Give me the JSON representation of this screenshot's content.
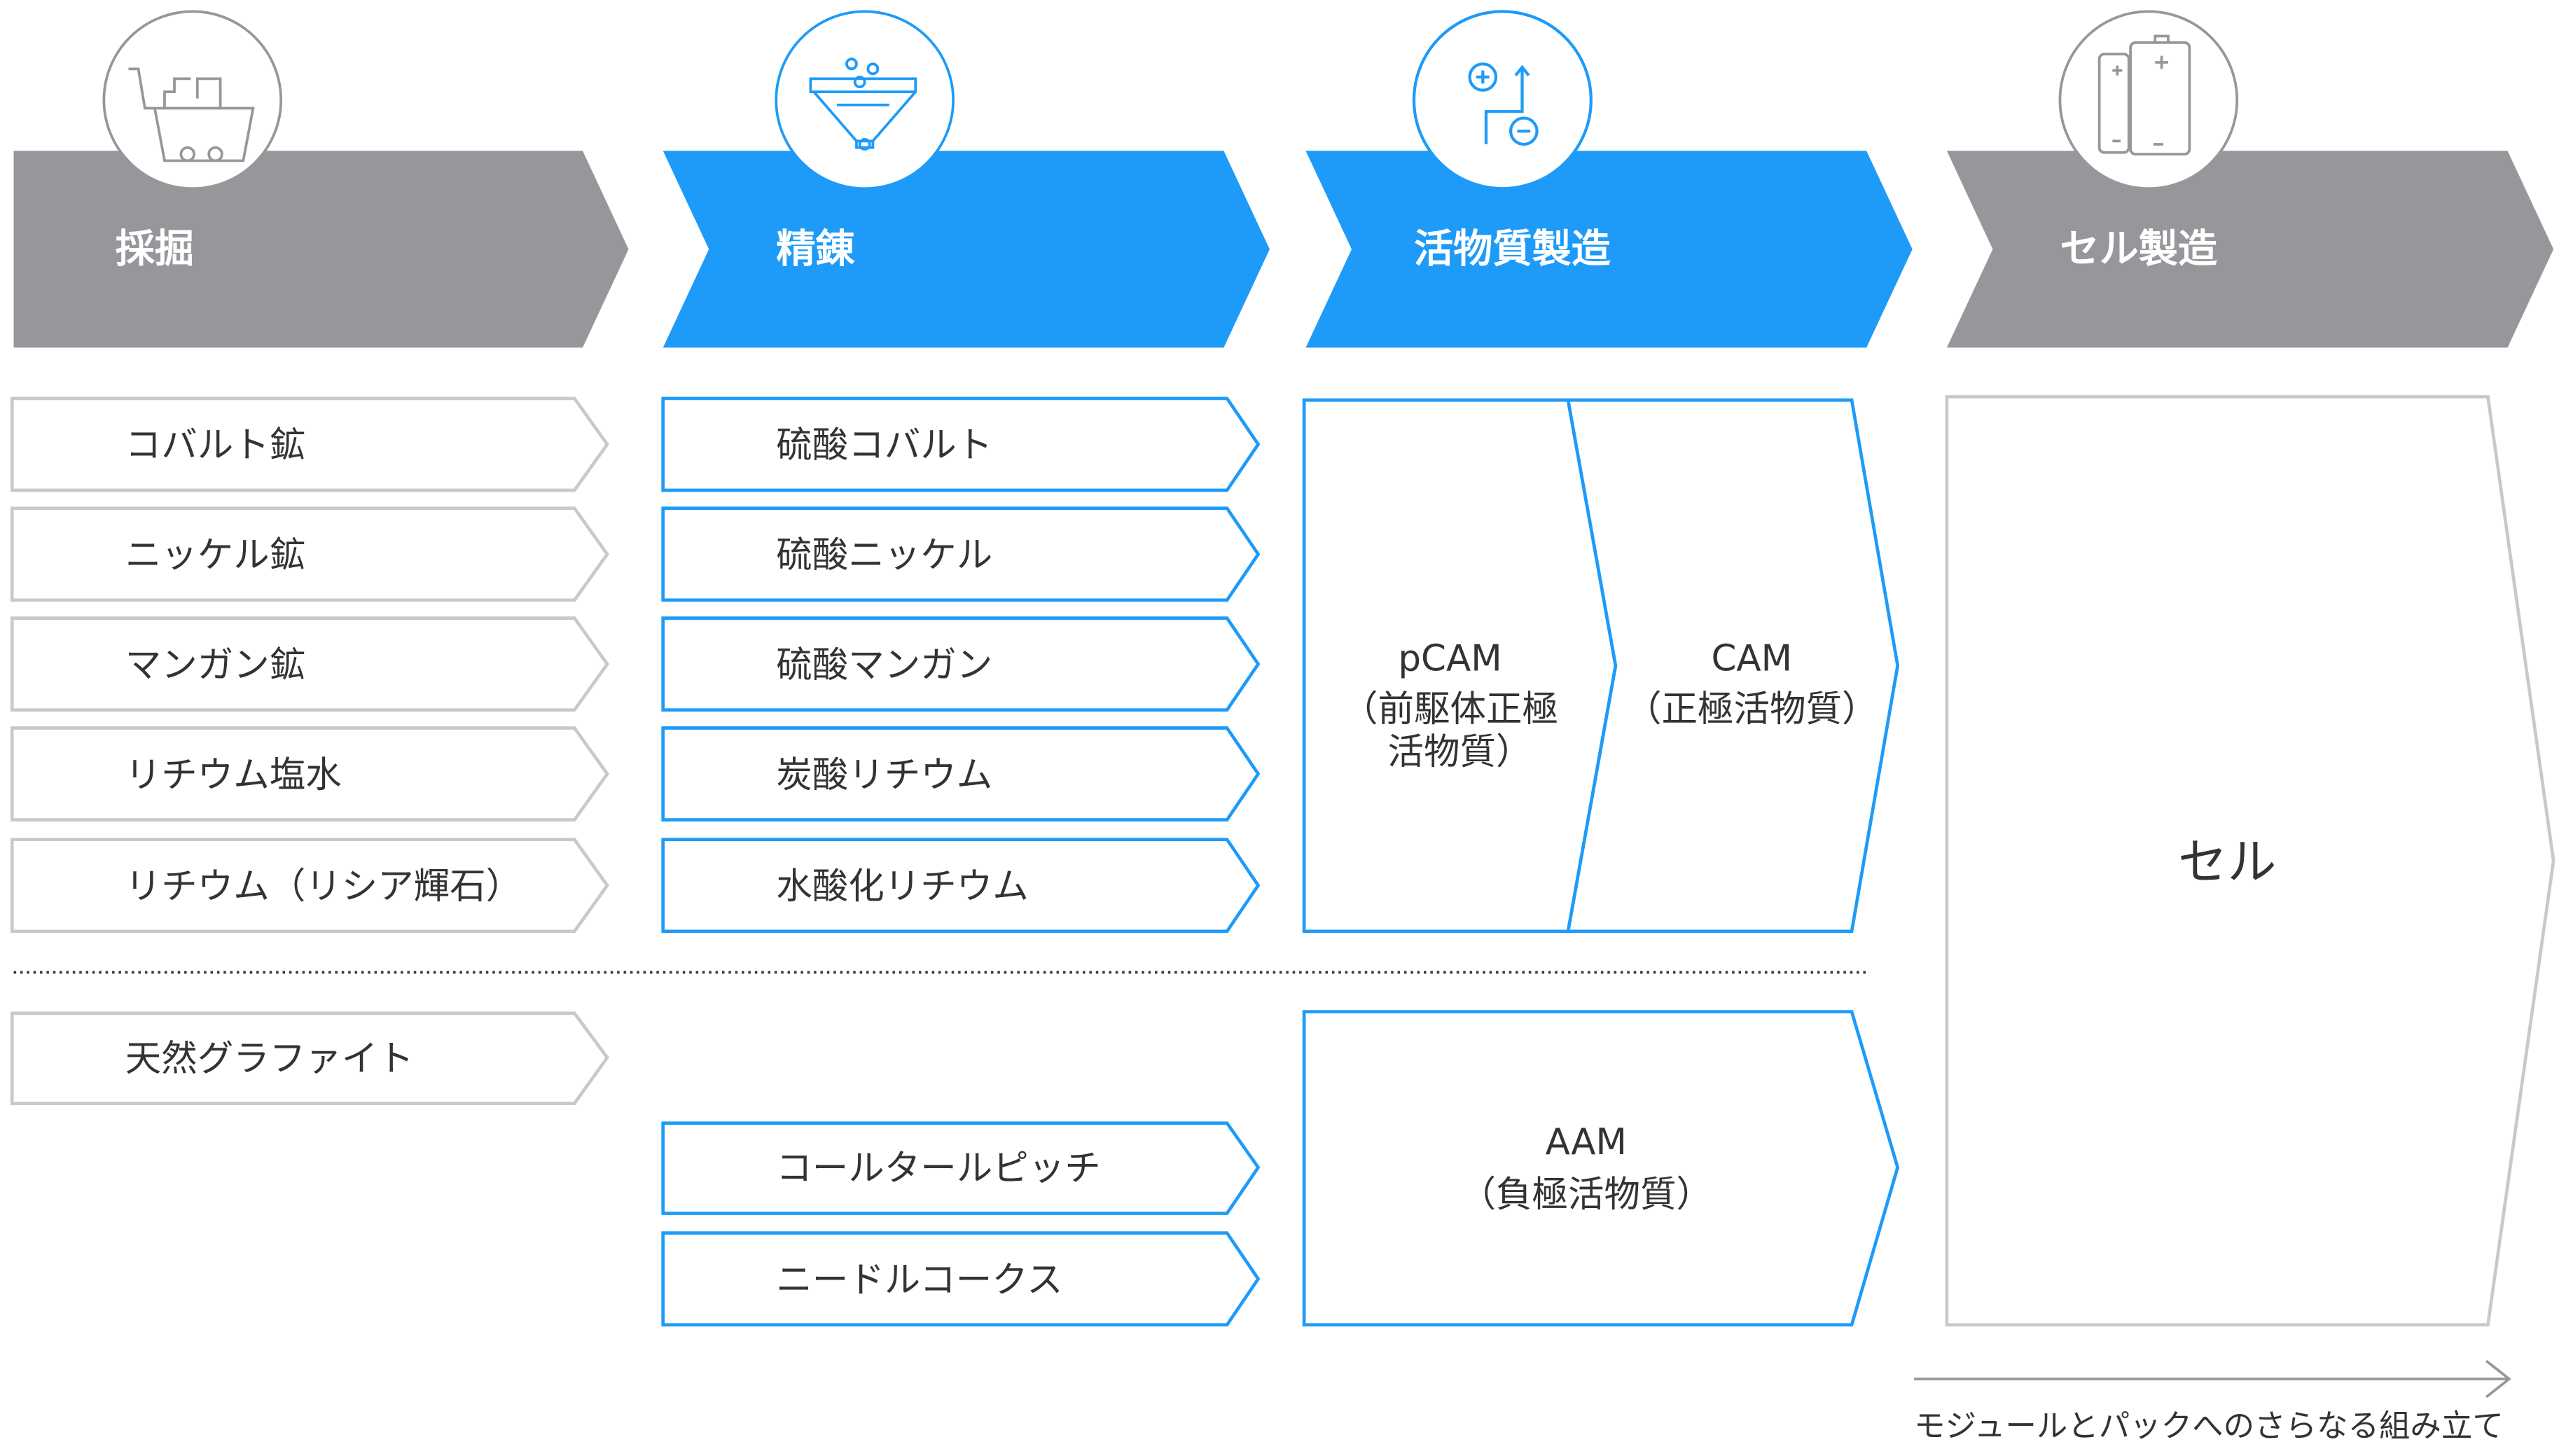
{
  "colors": {
    "gray": "#97979b",
    "blue": "#1e9bf8",
    "box_gray": "#c9c9cb"
  },
  "stages": [
    {
      "label": "採掘",
      "icon": "mining-cart-icon",
      "color": "gray"
    },
    {
      "label": "精錬",
      "icon": "refining-funnel-icon",
      "color": "blue"
    },
    {
      "label": "活物質製造",
      "icon": "charge-transfer-icon",
      "color": "blue"
    },
    {
      "label": "セル製造",
      "icon": "battery-icon",
      "color": "gray"
    }
  ],
  "mining": [
    "コバルト鉱",
    "ニッケル鉱",
    "マンガン鉱",
    "リチウム塩水",
    "リチウム（リシア輝石）",
    "天然グラファイト"
  ],
  "refining": [
    "硫酸コバルト",
    "硫酸ニッケル",
    "硫酸マンガン",
    "炭酸リチウム",
    "水酸化リチウム",
    "コールタールピッチ",
    "ニードルコークス"
  ],
  "active_material": {
    "pcam": [
      "pCAM",
      "（前駆体正極",
      "活物質）"
    ],
    "cam": [
      "CAM",
      "（正極活物質）"
    ],
    "aam": [
      "AAM",
      "（負極活物質）"
    ]
  },
  "cell": "セル",
  "footer": "モジュールとパックへのさらなる組み立て"
}
